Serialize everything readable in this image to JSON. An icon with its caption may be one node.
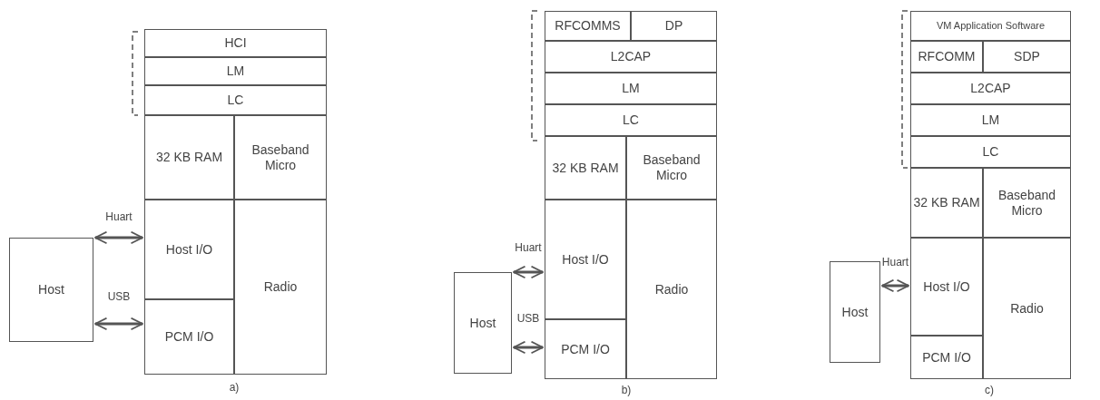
{
  "diagram": {
    "nodes": [
      {
        "text": [
          "HCI"
        ]
      },
      {
        "text": [
          "LM"
        ]
      },
      {
        "text": [
          "LC"
        ]
      },
      {
        "text": [
          "32 KB RAM"
        ]
      },
      {
        "text": [
          "Baseband Micro"
        ]
      },
      {
        "text": [
          "Host"
        ]
      },
      {
        "text": [
          "Host I/O"
        ]
      },
      {
        "text": [
          "Radio"
        ]
      },
      {
        "text": [
          "PCM I/O"
        ]
      },
      {
        "text": [
          "RFCOMMS"
        ]
      },
      {
        "text": [
          "DP"
        ]
      },
      {
        "text": [
          "L2CAP"
        ]
      },
      {
        "text": [
          "LM"
        ]
      },
      {
        "text": [
          "LC"
        ]
      },
      {
        "text": [
          "32 KB RAM"
        ]
      },
      {
        "text": [
          "Baseband Micro"
        ]
      },
      {
        "text": [
          "Host"
        ]
      },
      {
        "text": [
          "Host I/O"
        ]
      },
      {
        "text": [
          "Radio"
        ]
      },
      {
        "text": [
          "PCM I/O"
        ]
      },
      {
        "text": [
          "VM Application Software"
        ]
      },
      {
        "text": [
          "RFCOMM"
        ]
      },
      {
        "text": [
          "SDP"
        ]
      },
      {
        "text": [
          "L2CAP"
        ]
      },
      {
        "text": [
          "LM"
        ]
      },
      {
        "text": [
          "LC"
        ]
      },
      {
        "text": [
          "32 KB RAM"
        ]
      },
      {
        "text": [
          "Baseband Micro"
        ]
      },
      {
        "text": [
          "Host"
        ]
      },
      {
        "text": [
          "Host I/O"
        ]
      },
      {
        "text": [
          "Radio"
        ]
      },
      {
        "text": [
          "PCM I/O"
        ]
      }
    ],
    "edges": [
      {
        "from": 5,
        "to": 6,
        "arrow": "both",
        "label": "Huart"
      },
      {
        "from": 5,
        "to": 6,
        "arrow": "both",
        "label": "USB"
      },
      {
        "from": 16,
        "to": 17,
        "arrow": "both",
        "label": "Huart"
      },
      {
        "from": 16,
        "to": 17,
        "arrow": "both",
        "label": "USB"
      },
      {
        "from": 28,
        "to": 29,
        "arrow": "both",
        "label": "Huart"
      }
    ],
    "labels": [
      "a)",
      "b)",
      "c)"
    ]
  }
}
